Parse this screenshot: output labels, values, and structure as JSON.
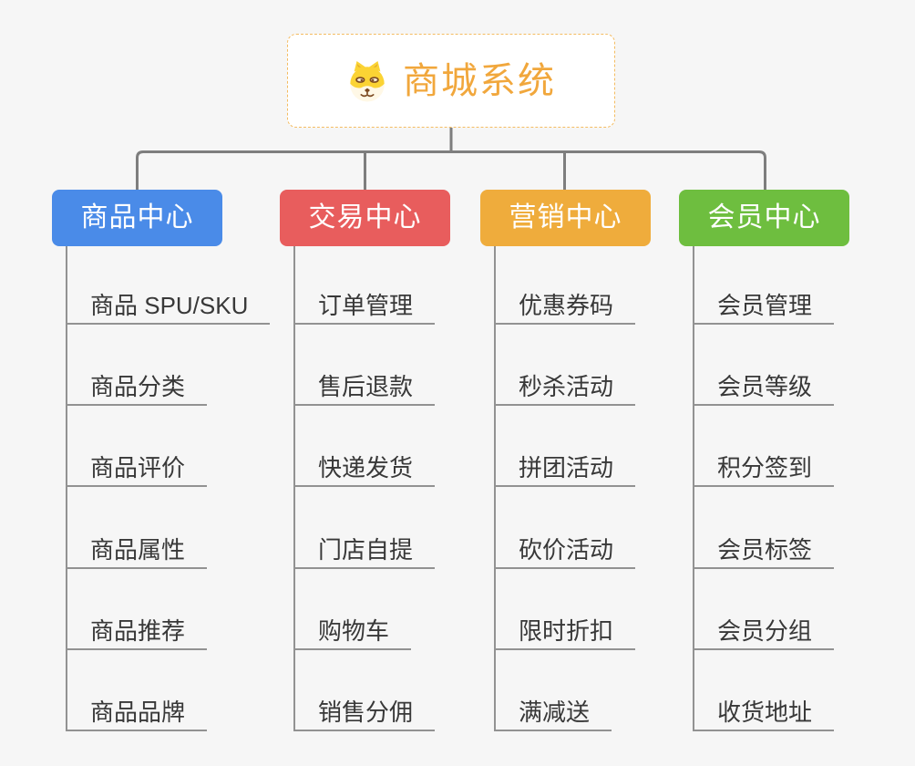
{
  "canvas": {
    "background": "#f6f6f6"
  },
  "root": {
    "title": "商城系统",
    "icon": "dog-face-icon",
    "title_color": "#f1a73c",
    "border_color": "#f4bc62",
    "background": "#ffffff"
  },
  "connectors": {
    "tree_color": "#7e7e7e",
    "branch_line_color": "#929292"
  },
  "leaf_text_color": "#383838",
  "branches": [
    {
      "label": "商品中心",
      "color": "#4a8be8",
      "children": [
        "商品 SPU/SKU",
        "商品分类",
        "商品评价",
        "商品属性",
        "商品推荐",
        "商品品牌"
      ]
    },
    {
      "label": "交易中心",
      "color": "#e85d5d",
      "children": [
        "订单管理",
        "售后退款",
        "快递发货",
        "门店自提",
        "购物车",
        "销售分佣"
      ]
    },
    {
      "label": "营销中心",
      "color": "#efac3c",
      "children": [
        "优惠券码",
        "秒杀活动",
        "拼团活动",
        "砍价活动",
        "限时折扣",
        "满减送"
      ]
    },
    {
      "label": "会员中心",
      "color": "#6ebe3f",
      "children": [
        "会员管理",
        "会员等级",
        "积分签到",
        "会员标签",
        "会员分组",
        "收货地址"
      ]
    }
  ]
}
